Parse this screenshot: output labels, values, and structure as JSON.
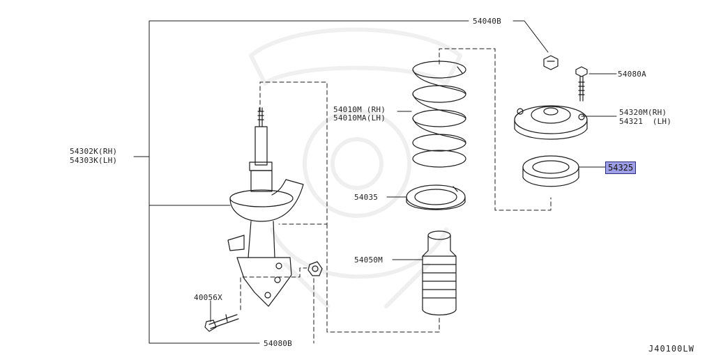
{
  "diagram": {
    "parts": {
      "mount_nut": "54040B",
      "mount_bolt": "54080A",
      "coil_spring_rh": "54010M (RH)",
      "coil_spring_lh": "54010MA(LH)",
      "strut_mount_rh": "54320M(RH)",
      "strut_mount_lh": "54321  (LH)",
      "strut_bearing": "54325",
      "strut_rh": "54302K(RH)",
      "strut_lh": "54303K(LH)",
      "spring_seat": "54035",
      "bump_stop": "54050M",
      "knuckle_bolt": "40056X",
      "knuckle_nut": "54080B"
    },
    "diagram_code": "J40100LW",
    "highlight_color": "#9f9fe8"
  }
}
